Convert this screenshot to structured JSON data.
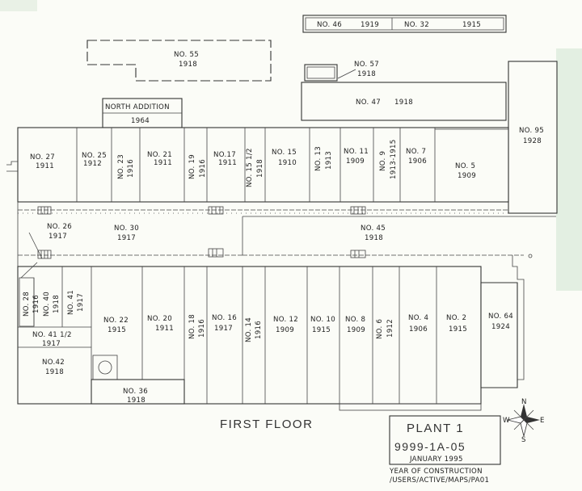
{
  "plan": {
    "title": "PLANT 1",
    "code": "9999-1A-05",
    "date": "JANUARY 1995",
    "floor": "FIRST FLOOR",
    "legend_line1": "YEAR OF CONSTRUCTION",
    "legend_line2": "/USERS/ACTIVE/MAPS/PA01"
  },
  "compass": {
    "n": "N",
    "s": "S",
    "e": "E",
    "w": "W"
  },
  "buildings": {
    "b46": {
      "no": "NO. 46",
      "year": "1919"
    },
    "b32": {
      "no": "NO. 32",
      "year": "1915"
    },
    "b55": {
      "no": "NO. 55",
      "year": "1918"
    },
    "b57": {
      "no": "NO. 57",
      "year": "1918"
    },
    "b47": {
      "no": "NO. 47",
      "year": "1918"
    },
    "b95": {
      "no": "NO. 95",
      "year": "1928"
    },
    "north": {
      "no": "NORTH ADDITION",
      "year": "1964"
    },
    "b27": {
      "no": "NO. 27",
      "year": "1911"
    },
    "b25": {
      "no": "NO. 25",
      "year": "1912"
    },
    "b23": {
      "no": "NO. 23",
      "year": "1916"
    },
    "b21": {
      "no": "NO. 21",
      "year": "1911"
    },
    "b19": {
      "no": "NO. 19",
      "year": "1916"
    },
    "b17": {
      "no": "NO.17",
      "year": "1911"
    },
    "b15h": {
      "no": "NO. 15 1/2",
      "year": "1918"
    },
    "b15": {
      "no": "NO. 15",
      "year": "1910"
    },
    "b13": {
      "no": "NO. 13",
      "year": "1913"
    },
    "b11": {
      "no": "NO. 11",
      "year": "1909"
    },
    "b9": {
      "no": "NO. 9",
      "year": "1913-1915"
    },
    "b7": {
      "no": "NO. 7",
      "year": "1906"
    },
    "b5": {
      "no": "NO. 5",
      "year": "1909"
    },
    "b26": {
      "no": "NO. 26",
      "year": "1917"
    },
    "b30": {
      "no": "NO. 30",
      "year": "1917"
    },
    "b45": {
      "no": "NO. 45",
      "year": "1918"
    },
    "b28": {
      "no": "NO. 28",
      "year": "1916"
    },
    "b40": {
      "no": "NO. 40",
      "year": "1918"
    },
    "b41": {
      "no": "NO. 41",
      "year": "1917"
    },
    "b41h": {
      "no": "NO. 41 1/2",
      "year": "1917"
    },
    "b42": {
      "no": "NO.42",
      "year": "1918"
    },
    "b22": {
      "no": "NO. 22",
      "year": "1915"
    },
    "b20": {
      "no": "NO. 20",
      "year": "1911"
    },
    "b18": {
      "no": "NO. 18",
      "year": "1916"
    },
    "b16": {
      "no": "NO. 16",
      "year": "1917"
    },
    "b14": {
      "no": "NO. 14",
      "year": "1916"
    },
    "b12": {
      "no": "NO. 12",
      "year": "1909"
    },
    "b10": {
      "no": "NO. 10",
      "year": "1915"
    },
    "b8": {
      "no": "NO. 8",
      "year": "1909"
    },
    "b6": {
      "no": "NO. 6",
      "year": "1912"
    },
    "b4": {
      "no": "NO. 4",
      "year": "1906"
    },
    "b2": {
      "no": "NO. 2",
      "year": "1915"
    },
    "b64": {
      "no": "NO. 64",
      "year": "1924"
    },
    "b36": {
      "no": "NO. 36",
      "year": "1918"
    }
  }
}
